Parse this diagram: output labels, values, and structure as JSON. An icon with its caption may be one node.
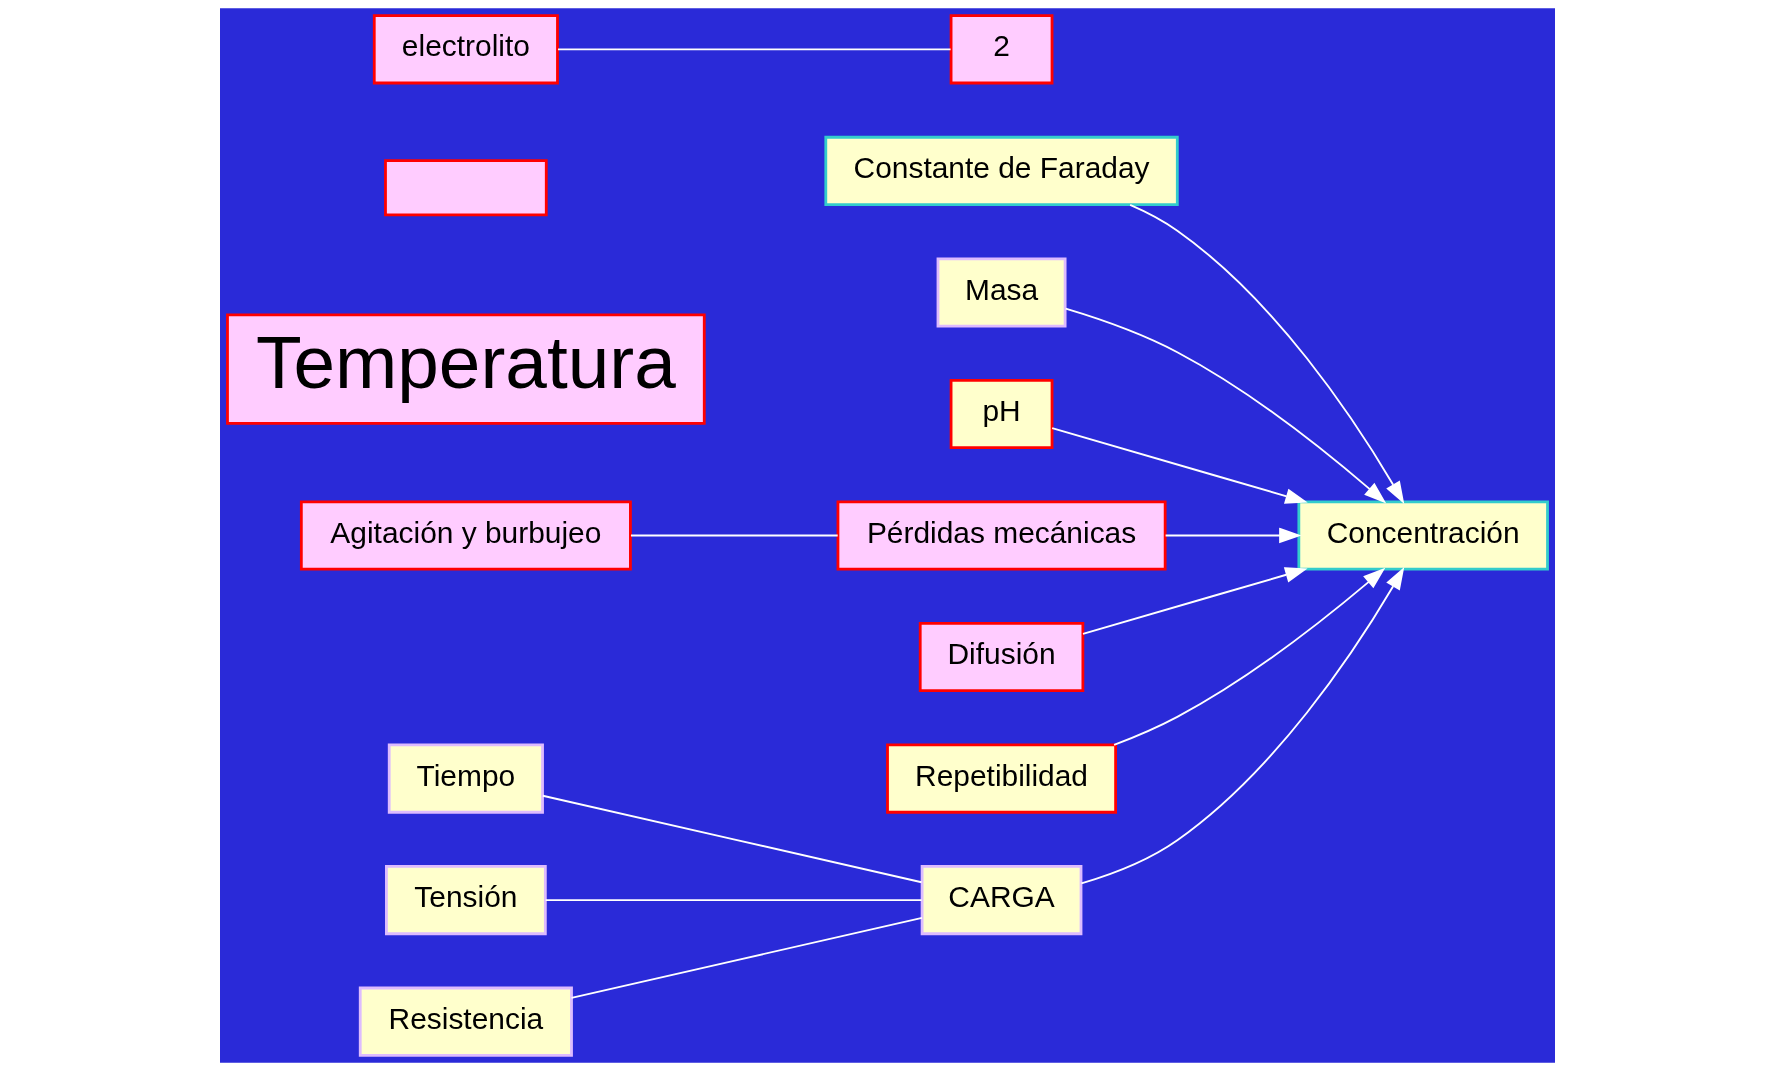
{
  "diagram": {
    "nodes": [
      {
        "text": [
          "CARGA"
        ]
      },
      {
        "text": [
          "Tiempo"
        ]
      },
      {
        "text": [
          "Tensión"
        ]
      },
      {
        "text": [
          "Resistencia"
        ]
      },
      {
        "text": [
          "Constante de Faraday"
        ]
      },
      {
        "text": [
          "Masa"
        ]
      },
      {
        "text": [
          "Concentración"
        ]
      },
      {
        "text": [
          "Temperatura"
        ]
      },
      {
        "text": [],
        "shape": "box"
      },
      {
        "text": [
          "2"
        ]
      },
      {
        "text": [
          "electrolito"
        ]
      },
      {
        "text": [
          "pH"
        ]
      },
      {
        "text": [
          "Pérdidas mecánicas"
        ]
      },
      {
        "text": [
          "Agitación y burbujeo"
        ]
      },
      {
        "text": [
          "Difusión"
        ]
      },
      {
        "text": [
          "Repetibilidad"
        ]
      }
    ],
    "edges": [
      {
        "from": 1,
        "to": 0,
        "arrow": "none"
      },
      {
        "from": 2,
        "to": 0,
        "arrow": "none"
      },
      {
        "from": 3,
        "to": 0,
        "arrow": "none"
      },
      {
        "from": 0,
        "to": 6,
        "arrow": "to"
      },
      {
        "from": 4,
        "to": 6,
        "arrow": "to"
      },
      {
        "from": 5,
        "to": 6,
        "arrow": "to"
      },
      {
        "from": 10,
        "to": 9,
        "arrow": "none"
      },
      {
        "from": 11,
        "to": 6,
        "arrow": "to"
      },
      {
        "from": 13,
        "to": 12,
        "arrow": "none"
      },
      {
        "from": 12,
        "to": 6,
        "arrow": "to"
      },
      {
        "from": 14,
        "to": 6,
        "arrow": "to"
      },
      {
        "from": 15,
        "to": 6,
        "arrow": "to"
      }
    ]
  }
}
